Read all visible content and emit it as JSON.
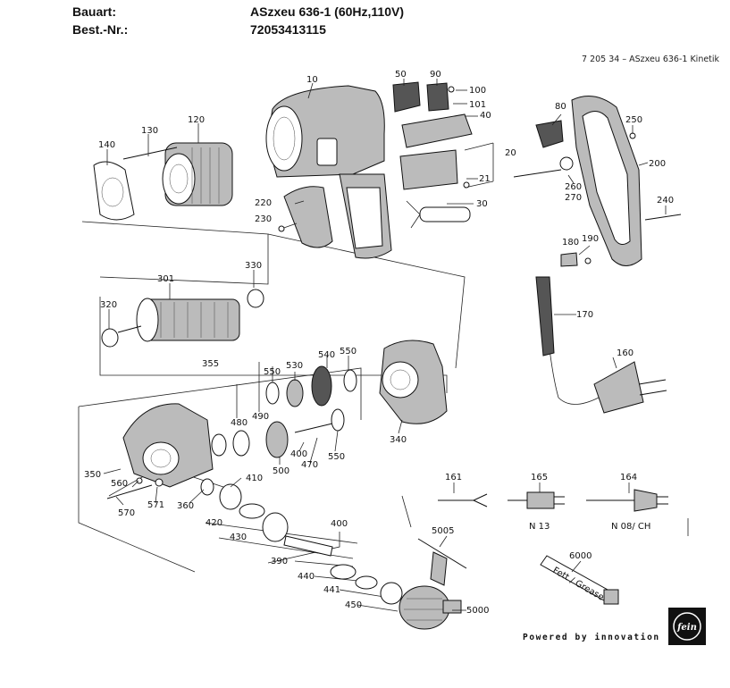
{
  "header": {
    "bauart_label": "Bauart:",
    "bauart_value": "ASzxeu 636-1 (60Hz,110V)",
    "bestnr_label": "Best.-Nr.:",
    "bestnr_value": "72053413115"
  },
  "reference_text": "7 205 34 – ASzxeu 636-1 Kinetik",
  "parts": [
    {
      "id": "p10",
      "number": "10"
    },
    {
      "id": "p20",
      "number": "20"
    },
    {
      "id": "p21",
      "number": "21"
    },
    {
      "id": "p30",
      "number": "30"
    },
    {
      "id": "p40",
      "number": "40"
    },
    {
      "id": "p50",
      "number": "50"
    },
    {
      "id": "p80",
      "number": "80"
    },
    {
      "id": "p90",
      "number": "90"
    },
    {
      "id": "p100",
      "number": "100"
    },
    {
      "id": "p101",
      "number": "101"
    },
    {
      "id": "p120",
      "number": "120"
    },
    {
      "id": "p130",
      "number": "130"
    },
    {
      "id": "p140",
      "number": "140"
    },
    {
      "id": "p160",
      "number": "160"
    },
    {
      "id": "p161",
      "number": "161"
    },
    {
      "id": "p164",
      "number": "164"
    },
    {
      "id": "p165",
      "number": "165"
    },
    {
      "id": "p170",
      "number": "170"
    },
    {
      "id": "p180",
      "number": "180"
    },
    {
      "id": "p190",
      "number": "190"
    },
    {
      "id": "p200",
      "number": "200"
    },
    {
      "id": "p220",
      "number": "220"
    },
    {
      "id": "p230",
      "number": "230"
    },
    {
      "id": "p240",
      "number": "240"
    },
    {
      "id": "p250",
      "number": "250"
    },
    {
      "id": "p260",
      "number": "260"
    },
    {
      "id": "p270",
      "number": "270"
    },
    {
      "id": "p301",
      "number": "301"
    },
    {
      "id": "p320",
      "number": "320"
    },
    {
      "id": "p330",
      "number": "330"
    },
    {
      "id": "p340",
      "number": "340"
    },
    {
      "id": "p350",
      "number": "350"
    },
    {
      "id": "p355",
      "number": "355"
    },
    {
      "id": "p360",
      "number": "360"
    },
    {
      "id": "p390",
      "number": "390"
    },
    {
      "id": "p400a",
      "number": "400"
    },
    {
      "id": "p400b",
      "number": "400"
    },
    {
      "id": "p410",
      "number": "410"
    },
    {
      "id": "p420",
      "number": "420"
    },
    {
      "id": "p430",
      "number": "430"
    },
    {
      "id": "p440",
      "number": "440"
    },
    {
      "id": "p441",
      "number": "441"
    },
    {
      "id": "p450",
      "number": "450"
    },
    {
      "id": "p470",
      "number": "470"
    },
    {
      "id": "p480",
      "number": "480"
    },
    {
      "id": "p490",
      "number": "490"
    },
    {
      "id": "p500",
      "number": "500"
    },
    {
      "id": "p530",
      "number": "530"
    },
    {
      "id": "p540",
      "number": "540"
    },
    {
      "id": "p550a",
      "number": "550"
    },
    {
      "id": "p550b",
      "number": "550"
    },
    {
      "id": "p550c",
      "number": "550"
    },
    {
      "id": "p560",
      "number": "560"
    },
    {
      "id": "p570",
      "number": "570"
    },
    {
      "id": "p571",
      "number": "571"
    },
    {
      "id": "p5000",
      "number": "5000"
    },
    {
      "id": "p5005",
      "number": "5005"
    },
    {
      "id": "p6000",
      "number": "6000"
    }
  ],
  "plug_labels": {
    "n13": "N 13",
    "n08ch": "N 08/ CH"
  },
  "grease_tube_text": "Fett / Grease",
  "brand": {
    "logo_text": "fein",
    "slogan": "Powered by innovation"
  }
}
